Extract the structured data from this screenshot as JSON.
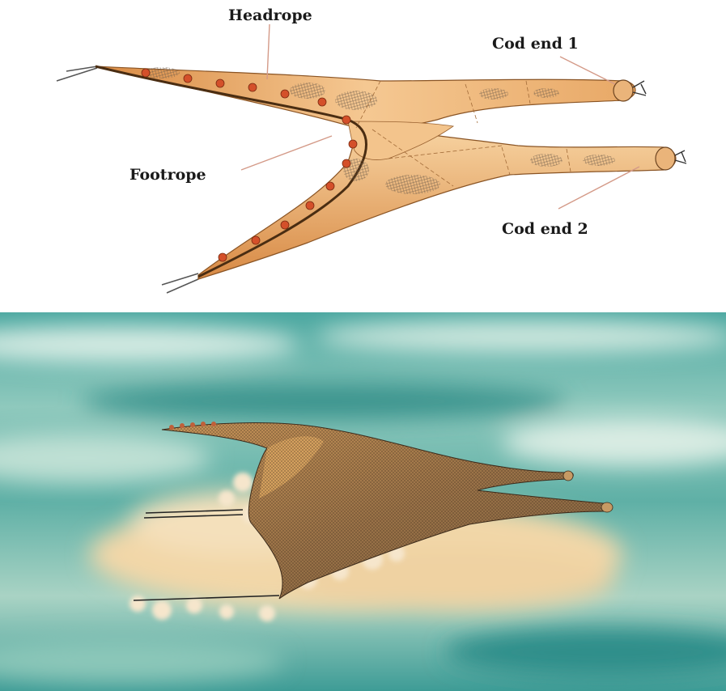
{
  "labels": {
    "headrope": "Headrope",
    "cod_end_1": "Cod end 1",
    "footrope": "Footrope",
    "cod_end_2": "Cod end 2"
  },
  "colors": {
    "net_fill": "#e8a564",
    "net_light": "#f8d7a6",
    "net_dark": "#b86c2c",
    "float_color": "#d4502a",
    "water_light": "#cfe6de",
    "water_dark": "#3f9a96",
    "sand": "#f2d7a8"
  }
}
